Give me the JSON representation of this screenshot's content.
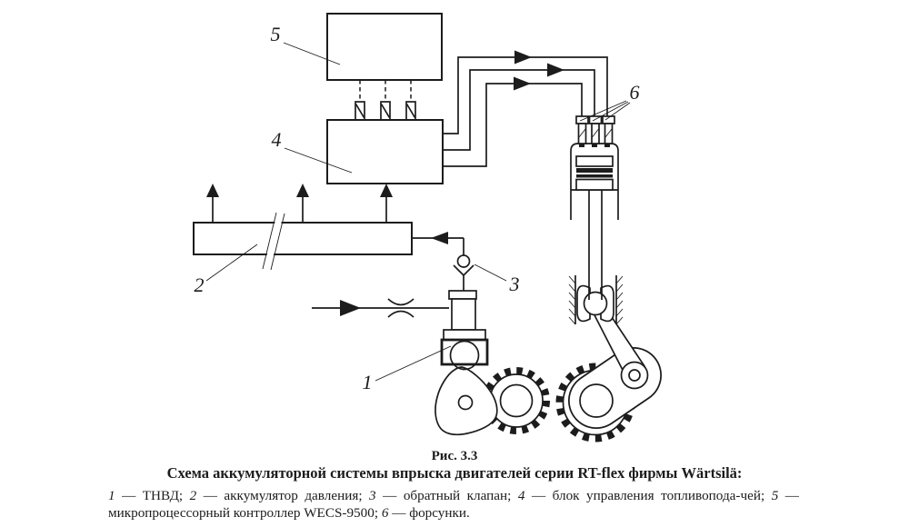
{
  "figure": {
    "number": "Рис. 3.3",
    "title": "Схема аккумуляторной системы впрыска двигателей серии RT-flex фирмы Wärtsilä:",
    "legend": {
      "n1": "1",
      "t1": " — ТНВД; ",
      "n2": "2",
      "t2": " — аккумулятор давления; ",
      "n3": "3",
      "t3": " — обратный клапан; ",
      "n4": "4",
      "t4": " — блок управления топливопода-чей; ",
      "n5": "5",
      "t5": " — микропроцессорный контроллер WECS-9500; ",
      "n6": "6",
      "t6": " — форсунки."
    }
  },
  "labels": {
    "pump": "1",
    "accumulator": "2",
    "check_valve": "3",
    "control_block": "4",
    "controller": "5",
    "injectors": "6"
  },
  "colors": {
    "line": "#1c1c1c",
    "background": "#ffffff"
  }
}
